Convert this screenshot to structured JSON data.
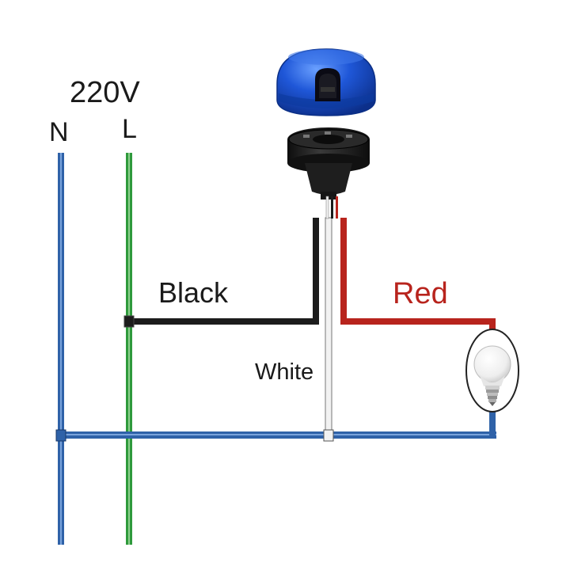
{
  "labels": {
    "voltage": "220V",
    "neutral": "N",
    "live": "L",
    "black_wire": "Black",
    "red_wire": "Red",
    "white_wire": "White"
  },
  "colors": {
    "neutral_wire": "#2f62a8",
    "live_wire": "#2f9a3c",
    "black_wire": "#1c1c1c",
    "red_wire": "#b8241d",
    "white_wire": "#e8e8e8",
    "sensor_body": "#1f57d8",
    "socket_body": "#1b1b1b",
    "label_red": "#b8241d"
  },
  "icons": {
    "photocell_sensor": "photocell-sensor-icon",
    "lamp": "light-bulb-icon"
  }
}
